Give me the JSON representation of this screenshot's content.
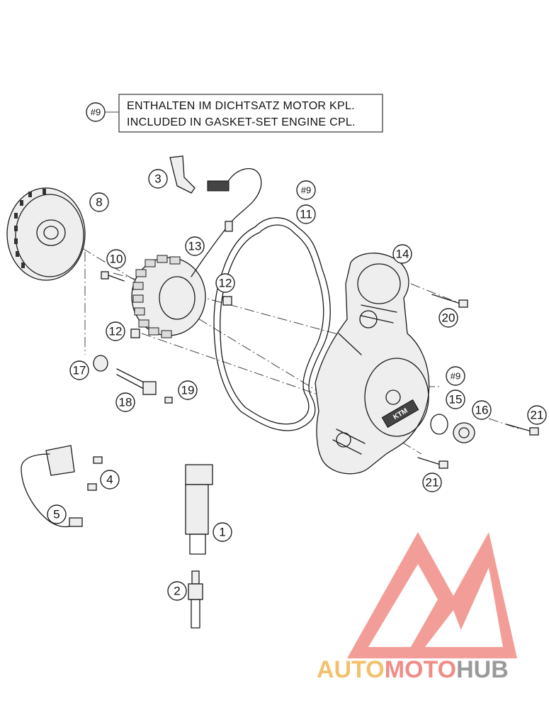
{
  "note": {
    "tag": "#9",
    "line1": "ENTHALTEN IM DICHTSATZ MOTOR KPL.",
    "line2": "INCLUDED IN GASKET-SET ENGINE CPL."
  },
  "callouts": [
    {
      "id": "c1",
      "label": "1"
    },
    {
      "id": "c2",
      "label": "2"
    },
    {
      "id": "c3",
      "label": "3"
    },
    {
      "id": "c4",
      "label": "4"
    },
    {
      "id": "c5",
      "label": "5"
    },
    {
      "id": "c8",
      "label": "8"
    },
    {
      "id": "c9a",
      "label": "#9"
    },
    {
      "id": "c9b",
      "label": "#9"
    },
    {
      "id": "c10",
      "label": "10"
    },
    {
      "id": "c11",
      "label": "11"
    },
    {
      "id": "c12a",
      "label": "12"
    },
    {
      "id": "c12b",
      "label": "12"
    },
    {
      "id": "c13",
      "label": "13"
    },
    {
      "id": "c14",
      "label": "14"
    },
    {
      "id": "c15",
      "label": "15"
    },
    {
      "id": "c16",
      "label": "16"
    },
    {
      "id": "c17",
      "label": "17"
    },
    {
      "id": "c18",
      "label": "18"
    },
    {
      "id": "c19",
      "label": "19"
    },
    {
      "id": "c20",
      "label": "20"
    },
    {
      "id": "c21a",
      "label": "21"
    },
    {
      "id": "c21b",
      "label": "21"
    }
  ],
  "cover_logo": "KTM",
  "watermark": {
    "word1": "AUTO",
    "word2": "MOTO",
    "word3": "HUB",
    "colors": {
      "logo": "#f08c86",
      "auto": "#f3c16b",
      "moto": "#f08c86",
      "hub": "#9a9a9a"
    }
  }
}
